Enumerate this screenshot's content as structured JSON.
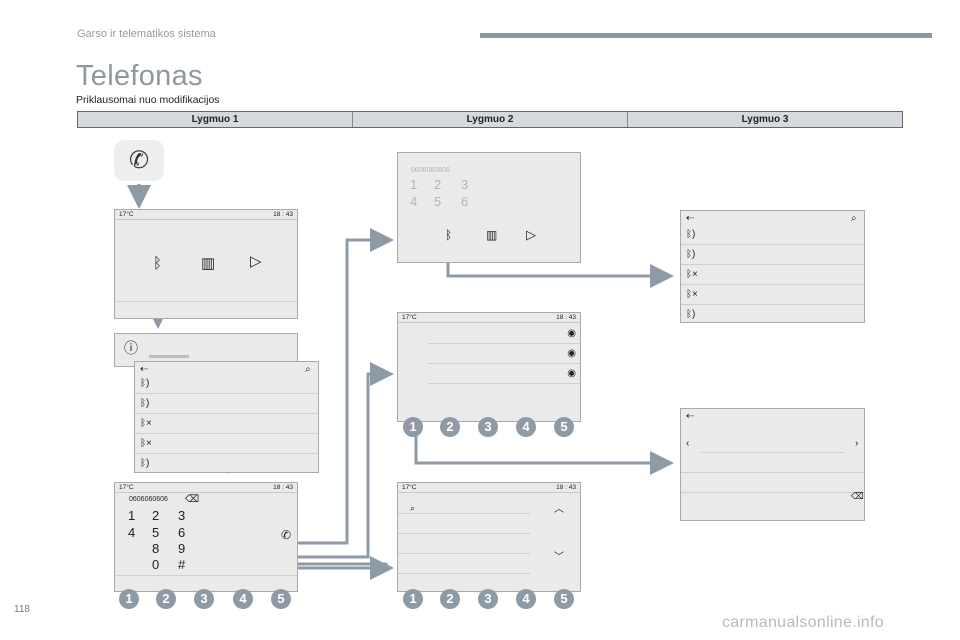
{
  "header": {
    "section": "Garso ir telematikos sistema",
    "title": "Telefonas",
    "subtitle": "Priklausomai nuo modifikacijos"
  },
  "levels": [
    "Lygmuo 1",
    "Lygmuo 2",
    "Lygmuo 3"
  ],
  "status": {
    "temp": "17°C",
    "time": "18 : 43"
  },
  "dial": {
    "number": "0606060606"
  },
  "steps": [
    "1",
    "2",
    "3",
    "4",
    "5"
  ],
  "footer": {
    "page_number": "118",
    "watermark": "carmanualsonline.info"
  },
  "colors": {
    "accent": "#8d98a3",
    "arrow": "#8e9aa5",
    "screen": "#eaeaea"
  }
}
